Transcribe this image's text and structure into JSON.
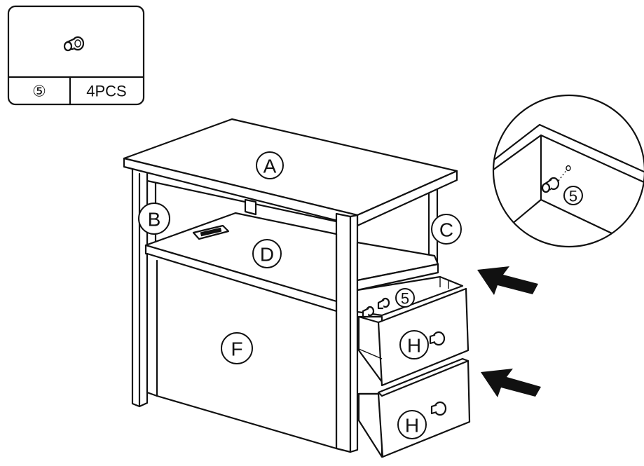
{
  "parts_box": {
    "part_number": "⑤",
    "quantity": "4PCS",
    "icon": "knob-screw-icon"
  },
  "labels": {
    "top": "A",
    "left_side": "B",
    "right_side": "C",
    "shelf": "D",
    "front_panel": "F",
    "drawer_upper": "H",
    "drawer_lower": "H",
    "knob_callout": "5",
    "detail_callout": "5"
  },
  "arrows": [
    "arrow-upper-drawer",
    "arrow-lower-drawer"
  ]
}
